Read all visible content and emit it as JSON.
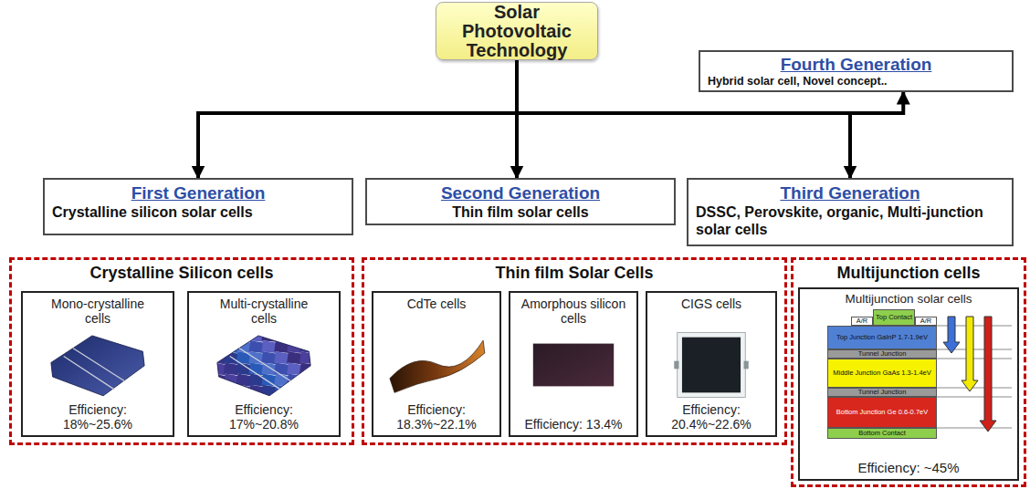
{
  "diagram": {
    "nodes": [
      {
        "text": [
          "Solar Photovoltaic Technology"
        ]
      },
      {
        "text": [
          "Fourth Generation",
          "Hybrid solar cell, Novel concept.."
        ]
      },
      {
        "text": [
          "First Generation",
          "Crystalline silicon solar cells"
        ]
      },
      {
        "text": [
          "Second Generation",
          "Thin film solar cells"
        ]
      },
      {
        "text": [
          "Third Generation",
          "DSSC, Perovskite, organic, Multi-junction solar cells"
        ]
      },
      {
        "text": [
          "Crystalline Silicon cells"
        ]
      },
      {
        "text": [
          "Mono-crystalline cells",
          "Efficiency: 18%~25.6%"
        ],
        "in": 5
      },
      {
        "text": [
          "Multi-crystalline cells",
          "Efficiency: 17%~20.8%"
        ],
        "in": 5
      },
      {
        "text": [
          "Thin film Solar Cells"
        ]
      },
      {
        "text": [
          "CdTe cells",
          "Efficiency: 18.3%~22.1%"
        ],
        "in": 8
      },
      {
        "text": [
          "Amorphous silicon cells",
          "Efficiency: 13.4%"
        ],
        "in": 8
      },
      {
        "text": [
          "CIGS cells",
          "Efficiency: 20.4%~22.6%"
        ],
        "in": 8
      },
      {
        "text": [
          "Multijunction cells"
        ]
      },
      {
        "text": [
          "Multijunction solar cells",
          "Efficiency: ~45%"
        ],
        "in": 12
      },
      {
        "text": [
          "Top Contact"
        ],
        "in": 13
      },
      {
        "text": [
          "A/R"
        ],
        "in": 13
      },
      {
        "text": [
          "A/R"
        ],
        "in": 13
      },
      {
        "text": [
          "Top Junction GaInP 1.7-1.9eV"
        ],
        "in": 13
      },
      {
        "text": [
          "Tunnel Junction"
        ],
        "in": 13
      },
      {
        "text": [
          "Middle Junction GaAs 1.3-1.4eV"
        ],
        "in": 13
      },
      {
        "text": [
          "Tunnel Junction"
        ],
        "in": 13
      },
      {
        "text": [
          "Bottom Junction Ge 0.6-0.7eV"
        ],
        "in": 13
      },
      {
        "text": [
          "Bottom Contact"
        ],
        "in": 13
      }
    ],
    "edges": [
      {
        "from": 0,
        "to": 2,
        "arrow": "to"
      },
      {
        "from": 0,
        "to": 3,
        "arrow": "to"
      },
      {
        "from": 0,
        "to": 4,
        "arrow": "to"
      },
      {
        "from": 0,
        "to": 1,
        "arrow": "to"
      }
    ]
  }
}
